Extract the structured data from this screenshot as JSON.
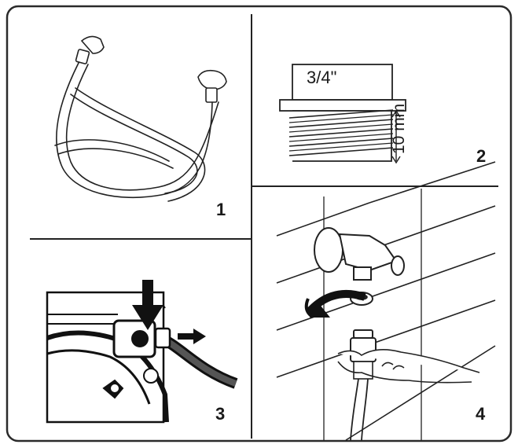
{
  "panels": {
    "p1": {
      "number": "1"
    },
    "p2": {
      "number": "2",
      "thread_size": "3/4\"",
      "height_label": "10 mm"
    },
    "p3": {
      "number": "3"
    },
    "p4": {
      "number": "4"
    }
  },
  "colors": {
    "line": "#1a1a1a",
    "panel_bg": "#ffffff",
    "border": "#2a2a2a"
  },
  "icons": [
    "inlet-hose-icon",
    "thread-fitting-icon",
    "machine-inlet-icon",
    "tap-connection-icon",
    "rotate-arrow-icon",
    "push-arrow-icon",
    "pull-arrow-icon"
  ]
}
